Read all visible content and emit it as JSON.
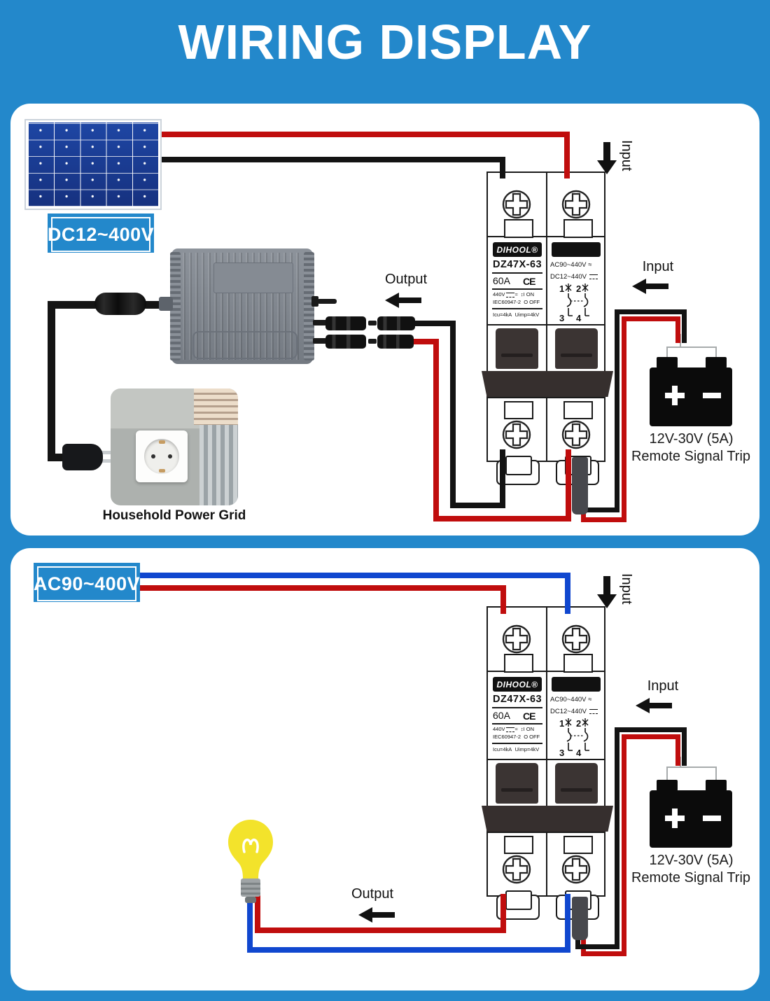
{
  "header": {
    "title": "WIRING DISPLAY"
  },
  "colors": {
    "bg": "#2388cb",
    "label": "#2388cb",
    "red": "#c00d0d",
    "black": "#131313",
    "blue": "#1047cf",
    "gray": "#a7abac",
    "cable": "#141414"
  },
  "breaker": {
    "brand": "DIHOOL®",
    "model": "DZ47X-63",
    "amp": "60A",
    "ce": "CE",
    "volt": "440V",
    "std": "IEC60947-2",
    "on": "I ON",
    "off": "O OFF",
    "icu": "Icu=4kA",
    "uimp": "Uimp=4kV",
    "ac_range": "AC90~440V",
    "dc_range": "DC12~440V",
    "t1": "1",
    "t2": "2",
    "t3": "3",
    "t4": "4"
  },
  "panel1": {
    "source_label": "DC12~400V",
    "input_top": "Input",
    "input_side": "Input",
    "output": "Output",
    "outlet_caption": "Household Power Grid",
    "battery_line1": "12V-30V (5A)",
    "battery_line2": "Remote Signal Trip"
  },
  "panel2": {
    "source_label": "AC90~400V",
    "input_top": "Input",
    "input_side": "Input",
    "output": "Output",
    "battery_line1": "12V-30V (5A)",
    "battery_line2": "Remote Signal Trip"
  }
}
